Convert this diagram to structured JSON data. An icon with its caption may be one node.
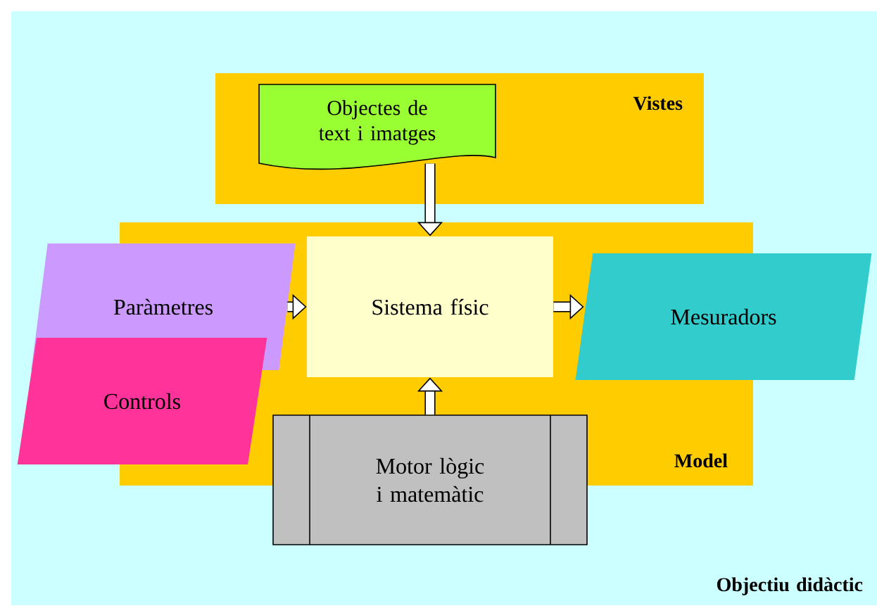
{
  "diagram": {
    "nodes": [
      {
        "text": [
          "Objectiu didàctic"
        ]
      },
      {
        "text": [
          "Vistes"
        ],
        "in": 0
      },
      {
        "text": [
          "Objectes de text i imatges"
        ],
        "in": 1
      },
      {
        "text": [
          "Model"
        ],
        "in": 0
      },
      {
        "text": [
          "Sistema físic"
        ],
        "in": 3
      },
      {
        "text": [
          "Paràmetres"
        ],
        "in": 0
      },
      {
        "text": [
          "Controls"
        ],
        "in": 0
      },
      {
        "text": [
          "Mesuradors"
        ],
        "in": 0
      },
      {
        "text": [
          "Motor lògic i matemàtic"
        ],
        "in": 0
      }
    ],
    "edges": [
      {
        "from": 2,
        "to": 4,
        "arrow": "to"
      },
      {
        "from": 5,
        "to": 4,
        "arrow": "to"
      },
      {
        "from": 4,
        "to": 7,
        "arrow": "to"
      },
      {
        "from": 8,
        "to": 4,
        "arrow": "to"
      }
    ]
  }
}
